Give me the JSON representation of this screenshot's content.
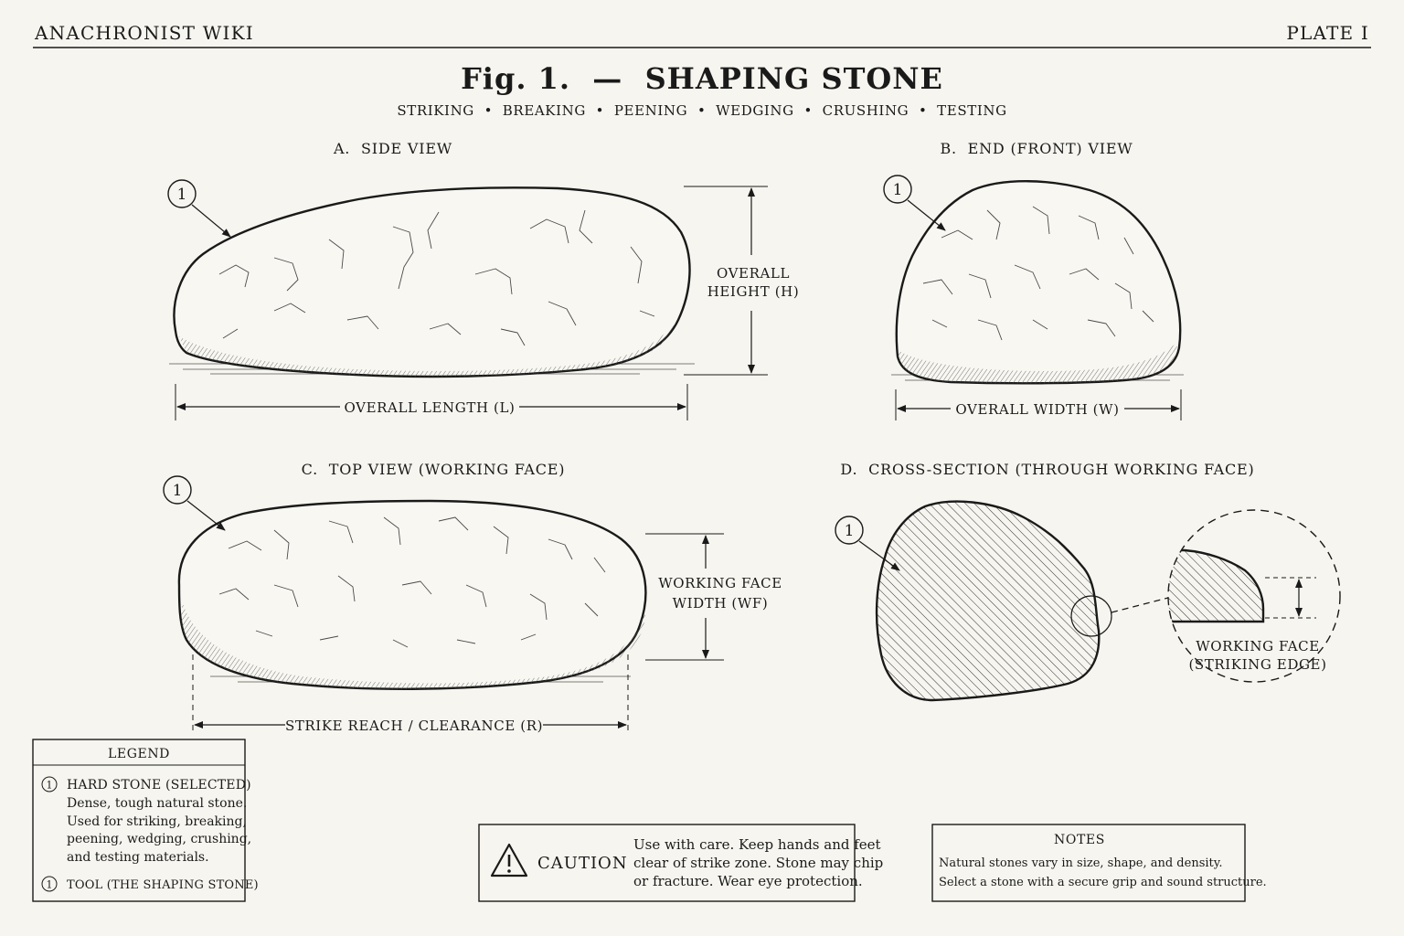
{
  "header": {
    "site": "ANACHRONIST WIKI",
    "plate": "PLATE I"
  },
  "figure": {
    "title": "Fig. 1.  —  SHAPING STONE",
    "subtitle": "STRIKING  •  BREAKING  •  PEENING  •  WEDGING  •  CRUSHING  •  TESTING"
  },
  "views": {
    "a": {
      "title": "A.  SIDE VIEW",
      "callout": "1",
      "length_label": "OVERALL LENGTH (L)",
      "height_label_1": "OVERALL",
      "height_label_2": "HEIGHT (H)"
    },
    "b": {
      "title": "B.  END (FRONT) VIEW",
      "callout": "1",
      "width_label": "OVERALL WIDTH (W)"
    },
    "c": {
      "title": "C.  TOP VIEW (WORKING FACE)",
      "callout": "1",
      "wf_label_1": "WORKING FACE",
      "wf_label_2": "WIDTH (WF)",
      "reach_label": "STRIKE REACH / CLEARANCE (R)"
    },
    "d": {
      "title": "D.  CROSS-SECTION (THROUGH WORKING FACE)",
      "callout": "1",
      "detail_label_1": "WORKING FACE",
      "detail_label_2": "(STRIKING EDGE)"
    }
  },
  "legend": {
    "title": "LEGEND",
    "items": [
      {
        "num": "1",
        "name": "HARD STONE (SELECTED)",
        "desc": [
          "Dense, tough natural stone.",
          "Used for striking, breaking,",
          "peening, wedging, crushing,",
          "and testing materials."
        ]
      },
      {
        "num": "1",
        "name": "TOOL (THE SHAPING STONE)"
      }
    ]
  },
  "caution": {
    "label": "CAUTION",
    "lines": [
      "Use with care. Keep hands and feet",
      "clear of strike zone. Stone may chip",
      "or fracture. Wear eye protection."
    ]
  },
  "notes": {
    "title": "NOTES",
    "lines": [
      "Natural stones vary in size, shape, and density.",
      "Select a stone with a secure grip and sound structure."
    ]
  }
}
